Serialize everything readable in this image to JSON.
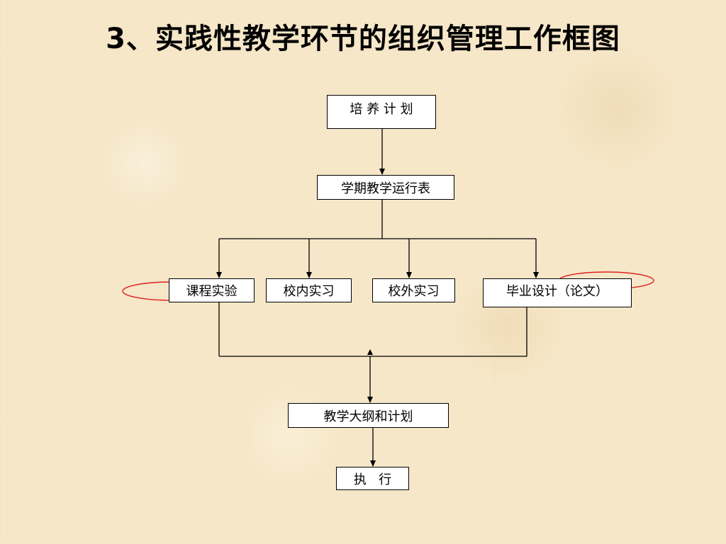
{
  "title": "3、实践性教学环节的组织管理工作框图",
  "nodes": {
    "training_plan": "培 养 计 划",
    "semester_schedule": "学期教学运行表",
    "course_experiment": "课程实验",
    "on_campus_practice": "校内实习",
    "off_campus_practice": "校外实习",
    "graduation_design": "毕业设计（论文）",
    "syllabus_plan": "教学大纲和计划",
    "execution": "执   行"
  },
  "colors": {
    "annotation_circle": "#e02020",
    "line": "#000000"
  }
}
